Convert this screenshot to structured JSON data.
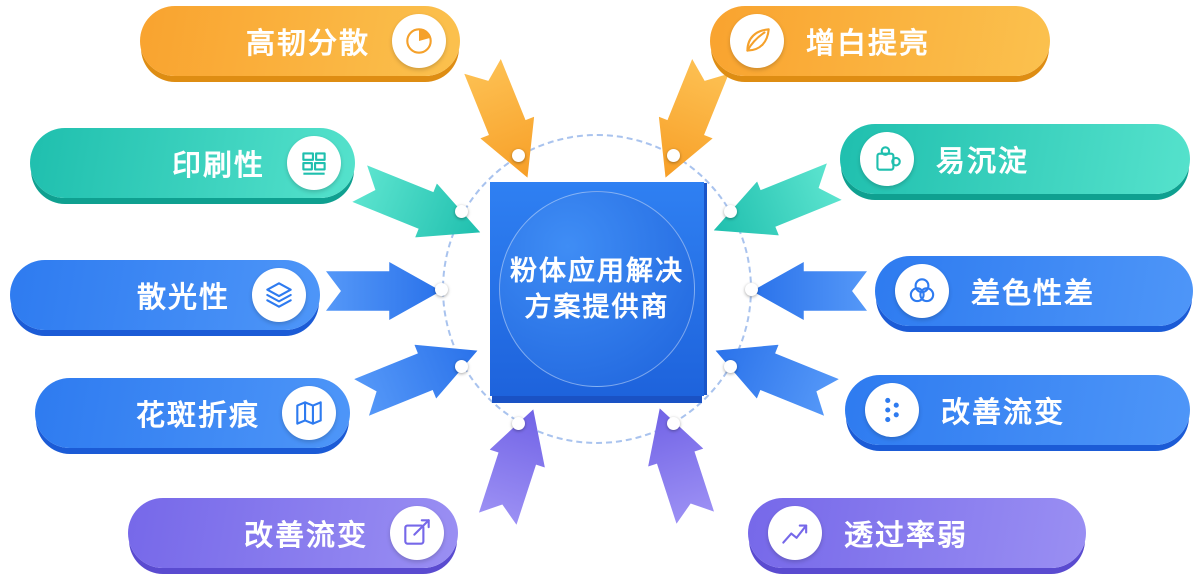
{
  "center": {
    "title_line1": "粉体应用解决",
    "title_line2": "方案提供商"
  },
  "pills": [
    {
      "label": "高韧分散",
      "icon": "pie-chart-icon",
      "color": "#F5A12B",
      "side": "left"
    },
    {
      "label": "印刷性",
      "icon": "print-blocks-icon",
      "color": "#1FBFAE",
      "side": "left"
    },
    {
      "label": "散光性",
      "icon": "layers-icon",
      "color": "#2E7BF0",
      "side": "left"
    },
    {
      "label": "花斑折痕",
      "icon": "folded-map-icon",
      "color": "#2E7BF0",
      "side": "left"
    },
    {
      "label": "改善流变",
      "icon": "edit-arrow-icon",
      "color": "#7668E9",
      "side": "left"
    },
    {
      "label": "增白提亮",
      "icon": "leaf-icon",
      "color": "#F5A12B",
      "side": "right"
    },
    {
      "label": "易沉淀",
      "icon": "puzzle-icon",
      "color": "#1FBFAE",
      "side": "right"
    },
    {
      "label": "差色性差",
      "icon": "overlap-circles-icon",
      "color": "#2E7BF0",
      "side": "right"
    },
    {
      "label": "改善流变",
      "icon": "dots-flow-icon",
      "color": "#2E7BF0",
      "side": "right"
    },
    {
      "label": "透过率弱",
      "icon": "trend-chart-icon",
      "color": "#7668E9",
      "side": "right"
    }
  ],
  "colors": {
    "orange": "#F9A32F",
    "teal": "#1FBFAE",
    "blue": "#2E7BF0",
    "purple": "#7668E9",
    "center_blue": "#1E63DC"
  }
}
